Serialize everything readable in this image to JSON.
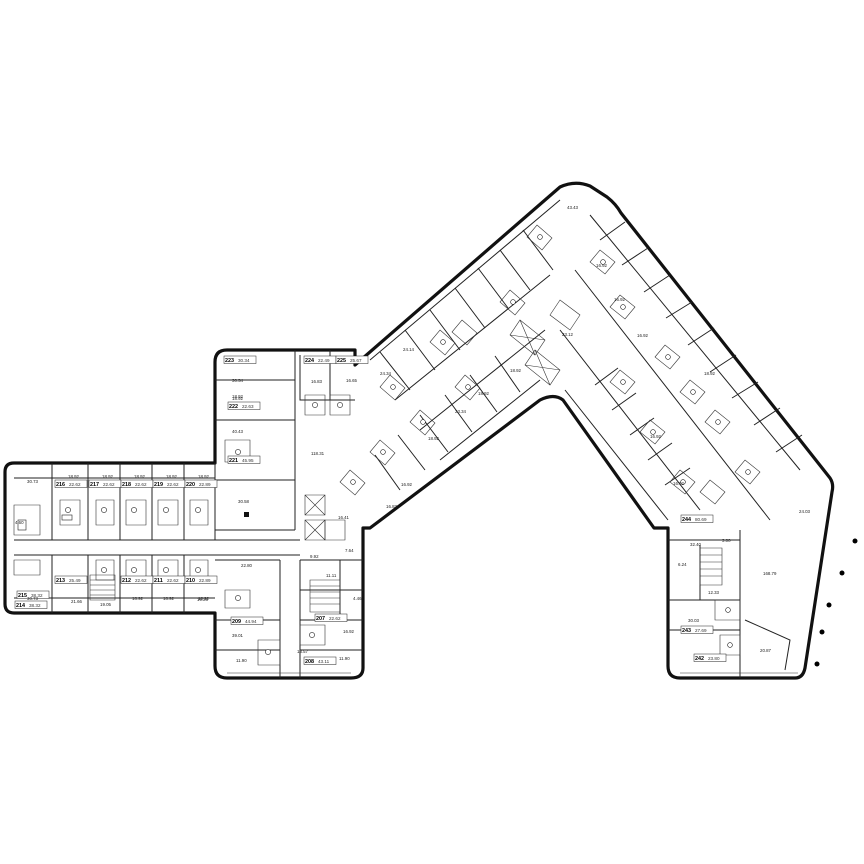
{
  "units": [
    {
      "no": "223",
      "area": "30.34"
    },
    {
      "no": "224",
      "area": "22.49"
    },
    {
      "no": "225",
      "area": "25.67"
    },
    {
      "no": "222",
      "area": "22.63"
    },
    {
      "no": "221",
      "area": "45.95"
    },
    {
      "no": "215",
      "area": "38.32"
    },
    {
      "no": "216",
      "area": "22.62"
    },
    {
      "no": "217",
      "area": "22.62"
    },
    {
      "no": "218",
      "area": "22.62"
    },
    {
      "no": "219",
      "area": "22.62"
    },
    {
      "no": "220",
      "area": "22.89"
    },
    {
      "no": "214",
      "area": "38.32"
    },
    {
      "no": "213",
      "area": "25.49"
    },
    {
      "no": "212",
      "area": "22.62"
    },
    {
      "no": "211",
      "area": "22.62"
    },
    {
      "no": "210",
      "area": "22.89"
    },
    {
      "no": "209",
      "area": "44.94"
    },
    {
      "no": "208",
      "area": "43.11"
    },
    {
      "no": "207",
      "area": "22.62"
    },
    {
      "no": "244",
      "area": "80.69"
    },
    {
      "no": "243",
      "area": "27.69"
    },
    {
      "no": "242",
      "area": "23.80"
    }
  ],
  "rooms": [
    "30.54",
    "18.92",
    "40.43",
    "30.58",
    "16.83",
    "16.65",
    "118.31",
    "30.73",
    "30.73",
    "18.92",
    "18.92",
    "18.92",
    "18.92",
    "18.92",
    "18.92",
    "18.92",
    "18.92",
    "18.92",
    "19.26",
    "21.66",
    "19.05",
    "22.80",
    "39.01",
    "11.90",
    "11.90",
    "13.57",
    "16.92",
    "11.11",
    "4.46",
    "16.41",
    "7.64",
    "9.92",
    "32.40",
    "12.33",
    "30.03",
    "20.87",
    "168.79",
    "6.24",
    "4.60",
    "3.00",
    "23.12",
    "23.34",
    "16.83",
    "16.92",
    "18.92",
    "18.92",
    "18.92",
    "24.03",
    "24.34",
    "24.14",
    "43.43",
    "16.92",
    "16.92",
    "16.92",
    "16.92",
    "16.92",
    "18.92"
  ]
}
